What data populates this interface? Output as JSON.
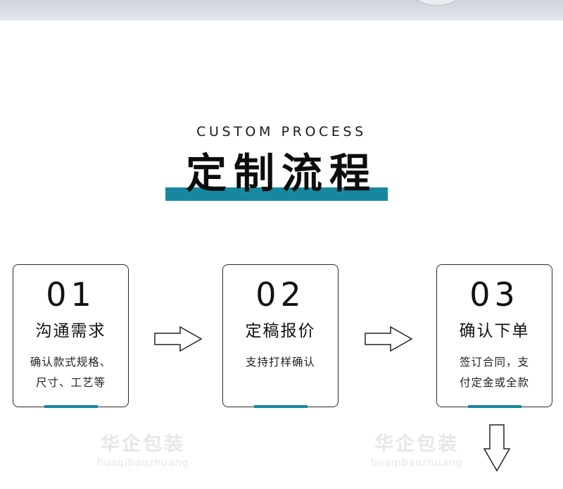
{
  "header": {
    "subtitle": "CUSTOM PROCESS",
    "title": "定制流程"
  },
  "steps": [
    {
      "number": "01",
      "heading": "沟通需求",
      "desc_lines": [
        "确认款式规格、",
        "尺寸、工艺等"
      ]
    },
    {
      "number": "02",
      "heading": "定稿报价",
      "desc_lines": [
        "支持打样确认"
      ]
    },
    {
      "number": "03",
      "heading": "确认下单",
      "desc_lines": [
        "签订合同，支",
        "付定金或全款"
      ]
    }
  ],
  "watermarks": [
    {
      "cn": "华企包装",
      "en": "huaqibaozhuang"
    },
    {
      "cn": "华企包装",
      "en": "huaqibaozhuang"
    }
  ],
  "colors": {
    "accent": "#1788a0",
    "border": "#2a2a2a",
    "watermark": "#e7e7e7"
  },
  "icons": [
    "arrow-right-icon",
    "arrow-right-icon",
    "arrow-down-icon"
  ]
}
